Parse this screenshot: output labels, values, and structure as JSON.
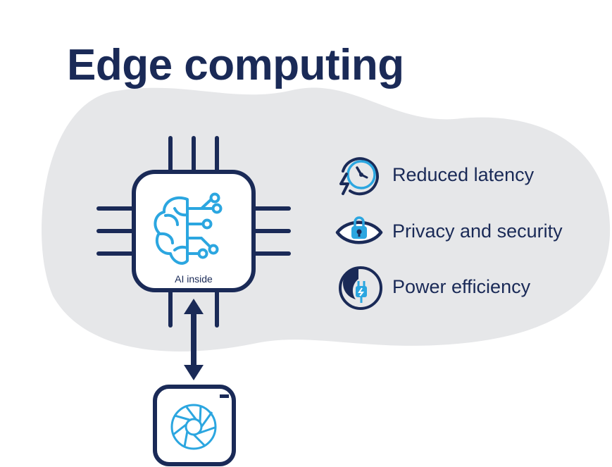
{
  "title": "Edge computing",
  "chip": {
    "label": "AI inside"
  },
  "benefits": [
    {
      "label": "Reduced latency",
      "icon": "clock-lightning-icon"
    },
    {
      "label": "Privacy and security",
      "icon": "eye-lock-icon"
    },
    {
      "label": "Power efficiency",
      "icon": "leaf-plug-icon"
    }
  ],
  "colors": {
    "navy": "#1a2a57",
    "accent": "#2ba6e0",
    "blob": "#e6e7e9"
  }
}
